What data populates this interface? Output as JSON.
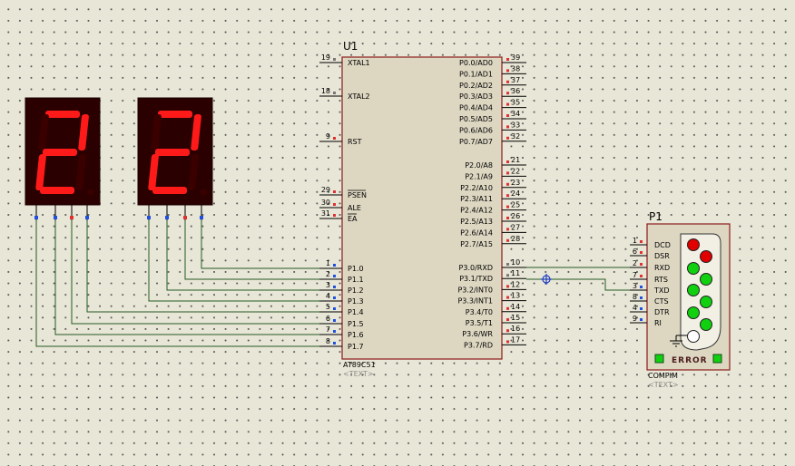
{
  "mcu": {
    "ref": "U1",
    "part": "AT89C51",
    "text_tag": "<TEXT>",
    "left_pins": [
      {
        "num": "19",
        "label": "XTAL1"
      },
      {
        "num": "18",
        "label": "XTAL2"
      },
      {
        "num": "9",
        "label": "RST"
      },
      {
        "num": "29",
        "label": "PSEN"
      },
      {
        "num": "30",
        "label": "ALE"
      },
      {
        "num": "31",
        "label": "EA"
      },
      {
        "num": "1",
        "label": "P1.0"
      },
      {
        "num": "2",
        "label": "P1.1"
      },
      {
        "num": "3",
        "label": "P1.2"
      },
      {
        "num": "4",
        "label": "P1.3"
      },
      {
        "num": "5",
        "label": "P1.4"
      },
      {
        "num": "6",
        "label": "P1.5"
      },
      {
        "num": "7",
        "label": "P1.6"
      },
      {
        "num": "8",
        "label": "P1.7"
      }
    ],
    "right_pins": [
      {
        "num": "39",
        "label": "P0.0/AD0"
      },
      {
        "num": "38",
        "label": "P0.1/AD1"
      },
      {
        "num": "37",
        "label": "P0.2/AD2"
      },
      {
        "num": "36",
        "label": "P0.3/AD3"
      },
      {
        "num": "35",
        "label": "P0.4/AD4"
      },
      {
        "num": "34",
        "label": "P0.5/AD5"
      },
      {
        "num": "33",
        "label": "P0.6/AD6"
      },
      {
        "num": "32",
        "label": "P0.7/AD7"
      },
      {
        "num": "21",
        "label": "P2.0/A8"
      },
      {
        "num": "22",
        "label": "P2.1/A9"
      },
      {
        "num": "23",
        "label": "P2.2/A10"
      },
      {
        "num": "24",
        "label": "P2.3/A11"
      },
      {
        "num": "25",
        "label": "P2.4/A12"
      },
      {
        "num": "26",
        "label": "P2.5/A13"
      },
      {
        "num": "27",
        "label": "P2.6/A14"
      },
      {
        "num": "28",
        "label": "P2.7/A15"
      },
      {
        "num": "10",
        "label": "P3.0/RXD"
      },
      {
        "num": "11",
        "label": "P3.1/TXD"
      },
      {
        "num": "12",
        "label": "P3.2/INT0"
      },
      {
        "num": "13",
        "label": "P3.3/INT1"
      },
      {
        "num": "14",
        "label": "P3.4/T0"
      },
      {
        "num": "15",
        "label": "P3.5/T1"
      },
      {
        "num": "16",
        "label": "P3.6/WR"
      },
      {
        "num": "17",
        "label": "P3.7/RD"
      }
    ]
  },
  "displays": [
    {
      "digit": "2",
      "segments_on": [
        "a",
        "b",
        "g",
        "e",
        "d"
      ]
    },
    {
      "digit": "2",
      "segments_on": [
        "a",
        "b",
        "g",
        "e",
        "d"
      ]
    }
  ],
  "serial": {
    "ref": "P1",
    "part": "COMPIM",
    "text_tag": "<TEXT>",
    "error_label": "ERROR",
    "pins": [
      {
        "num": "1",
        "label": "DCD"
      },
      {
        "num": "6",
        "label": "DSR"
      },
      {
        "num": "2",
        "label": "RXD"
      },
      {
        "num": "7",
        "label": "RTS"
      },
      {
        "num": "3",
        "label": "TXD"
      },
      {
        "num": "8",
        "label": "CTS"
      },
      {
        "num": "4",
        "label": "DTR"
      },
      {
        "num": "9",
        "label": "RI"
      }
    ],
    "leds": [
      "#e00000",
      "#e00000",
      "#10d010",
      "#10d010",
      "#10d010",
      "#10d010",
      "#10d010",
      "#10d010",
      "#ffffff"
    ]
  },
  "colors": {
    "chip_fill": "#ddd7c2",
    "chip_border": "#8b1a1a",
    "wire": "#245a24",
    "segment_on": "#ff1a1a",
    "segment_off": "#3a0000",
    "display_bg": "#2a0000",
    "pin_red": "#e03030",
    "pin_blue": "#2050e0"
  }
}
